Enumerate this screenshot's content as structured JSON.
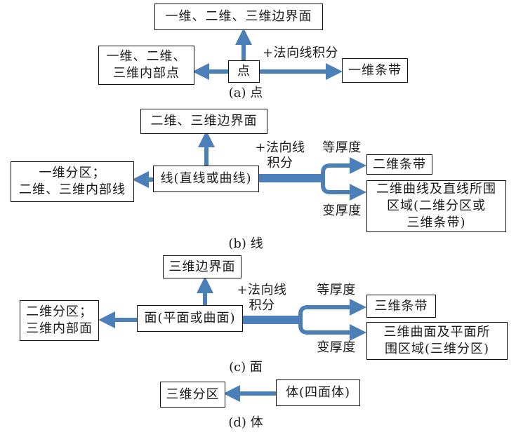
{
  "colors": {
    "arrow": "#4a7fb8",
    "arrow_edge": "#3b6aa0",
    "border": "#111111"
  },
  "panels": [
    {
      "id": "a",
      "caption": "(a) 点",
      "source": "点",
      "up_target": "一维、二维、三维边界面",
      "left_target": "一维、二维、\n三维内部点",
      "right_label": "+法向线积分",
      "right_target": "一维条带"
    },
    {
      "id": "b",
      "caption": "(b) 线",
      "source": "线(直线或曲线)",
      "up_target": "二维、三维边界面",
      "left_target": "一维分区；\n二维、三维内部线",
      "right_label": "+法向线\n积分",
      "branch_upper_label": "等厚度",
      "branch_lower_label": "变厚度",
      "upper_target": "二维条带",
      "lower_target": "二维曲线及直线所围\n区域(二维分区或\n三维条带)"
    },
    {
      "id": "c",
      "caption": "(c) 面",
      "source": "面(平面或曲面)",
      "up_target": "三维边界面",
      "left_target": "二维分区；\n三维内部面",
      "right_label": "+法向线\n积分",
      "branch_upper_label": "等厚度",
      "branch_lower_label": "变厚度",
      "upper_target": "三维条带",
      "lower_target": "三维曲面及平面所\n围区域(三维分区)"
    },
    {
      "id": "d",
      "caption": "(d) 体",
      "source": "体(四面体)",
      "left_target": "三维分区"
    }
  ]
}
